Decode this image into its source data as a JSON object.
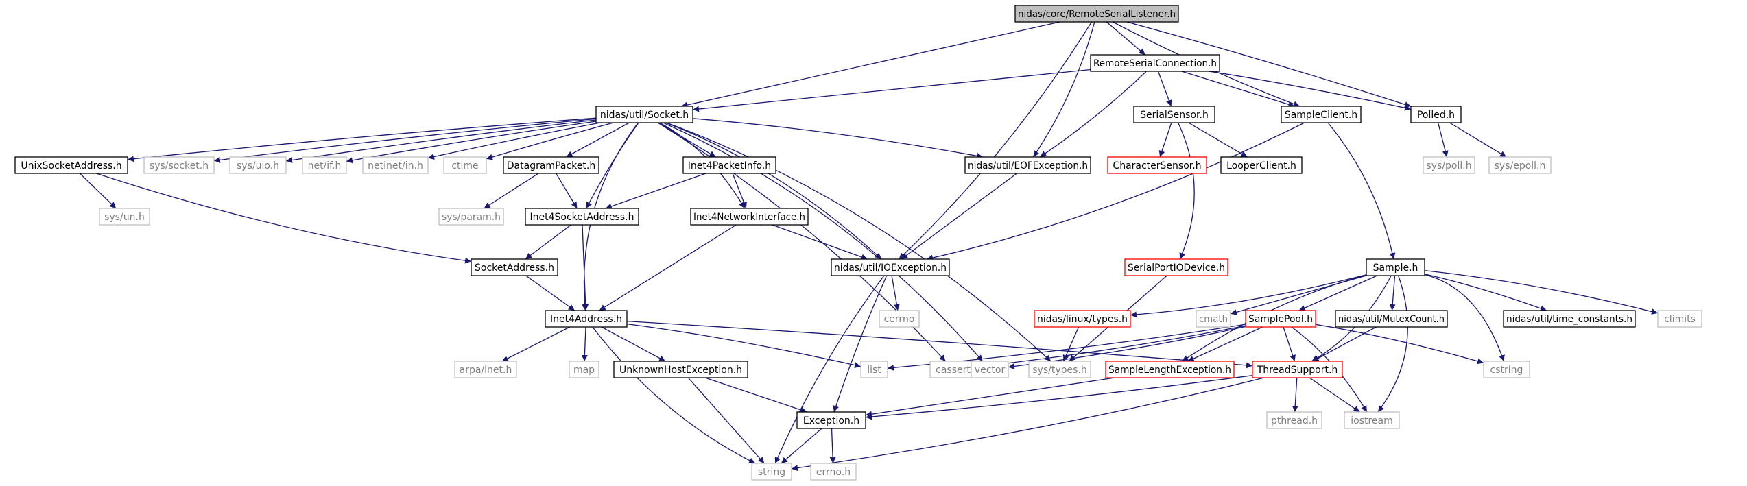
{
  "title": "nidas/core/RemoteSerialListener.h",
  "colors": {
    "edge": "#191970",
    "border_black": "#000000",
    "border_gray": "#bfbfbf",
    "border_red": "#ff0000",
    "root_fill": "#bfbfbf",
    "text_gray": "#808080"
  },
  "nodes": [
    {
      "id": "root",
      "label": "nidas/core/RemoteSerialListener.h",
      "style": "root"
    },
    {
      "id": "rsc",
      "label": "RemoteSerialConnection.h",
      "style": "black"
    },
    {
      "id": "socket",
      "label": "nidas/util/Socket.h",
      "style": "black"
    },
    {
      "id": "serialsensor",
      "label": "SerialSensor.h",
      "style": "black"
    },
    {
      "id": "sampleclient",
      "label": "SampleClient.h",
      "style": "black"
    },
    {
      "id": "polled",
      "label": "Polled.h",
      "style": "black"
    },
    {
      "id": "unixsock",
      "label": "UnixSocketAddress.h",
      "style": "black"
    },
    {
      "id": "syssocket",
      "label": "sys/socket.h",
      "style": "gray"
    },
    {
      "id": "sysuio",
      "label": "sys/uio.h",
      "style": "gray"
    },
    {
      "id": "netif",
      "label": "net/if.h",
      "style": "gray"
    },
    {
      "id": "netinet",
      "label": "netinet/in.h",
      "style": "gray"
    },
    {
      "id": "ctime",
      "label": "ctime",
      "style": "gray"
    },
    {
      "id": "datagram",
      "label": "DatagramPacket.h",
      "style": "black"
    },
    {
      "id": "inet4pkt",
      "label": "Inet4PacketInfo.h",
      "style": "black"
    },
    {
      "id": "eofex",
      "label": "nidas/util/EOFException.h",
      "style": "black"
    },
    {
      "id": "charsensor",
      "label": "CharacterSensor.h",
      "style": "red"
    },
    {
      "id": "looper",
      "label": "LooperClient.h",
      "style": "black"
    },
    {
      "id": "syspoll",
      "label": "sys/poll.h",
      "style": "gray"
    },
    {
      "id": "sysepoll",
      "label": "sys/epoll.h",
      "style": "gray"
    },
    {
      "id": "sysun",
      "label": "sys/un.h",
      "style": "gray"
    },
    {
      "id": "sysparam",
      "label": "sys/param.h",
      "style": "gray"
    },
    {
      "id": "inet4sock",
      "label": "Inet4SocketAddress.h",
      "style": "black"
    },
    {
      "id": "inet4ni",
      "label": "Inet4NetworkInterface.h",
      "style": "black"
    },
    {
      "id": "sockaddr",
      "label": "SocketAddress.h",
      "style": "black"
    },
    {
      "id": "ioex",
      "label": "nidas/util/IOException.h",
      "style": "black"
    },
    {
      "id": "serialport",
      "label": "SerialPortIODevice.h",
      "style": "red"
    },
    {
      "id": "sample",
      "label": "Sample.h",
      "style": "black"
    },
    {
      "id": "inet4addr",
      "label": "Inet4Address.h",
      "style": "black"
    },
    {
      "id": "cerrno",
      "label": "cerrno",
      "style": "gray"
    },
    {
      "id": "linuxtypes",
      "label": "nidas/linux/types.h",
      "style": "red"
    },
    {
      "id": "cmath",
      "label": "cmath",
      "style": "gray"
    },
    {
      "id": "samplepool",
      "label": "SamplePool.h",
      "style": "red"
    },
    {
      "id": "mutexcount",
      "label": "nidas/util/MutexCount.h",
      "style": "black"
    },
    {
      "id": "timeconst",
      "label": "nidas/util/time_constants.h",
      "style": "black"
    },
    {
      "id": "climits",
      "label": "climits",
      "style": "gray"
    },
    {
      "id": "arpainet",
      "label": "arpa/inet.h",
      "style": "gray"
    },
    {
      "id": "map",
      "label": "map",
      "style": "gray"
    },
    {
      "id": "unknownhost",
      "label": "UnknownHostException.h",
      "style": "black"
    },
    {
      "id": "list",
      "label": "list",
      "style": "gray"
    },
    {
      "id": "cassert",
      "label": "cassert",
      "style": "gray"
    },
    {
      "id": "vector",
      "label": "vector",
      "style": "gray"
    },
    {
      "id": "systypes",
      "label": "sys/types.h",
      "style": "gray"
    },
    {
      "id": "samplelen",
      "label": "SampleLengthException.h",
      "style": "red"
    },
    {
      "id": "threadsupport",
      "label": "ThreadSupport.h",
      "style": "red"
    },
    {
      "id": "cstring",
      "label": "cstring",
      "style": "gray"
    },
    {
      "id": "exception",
      "label": "Exception.h",
      "style": "black"
    },
    {
      "id": "pthread",
      "label": "pthread.h",
      "style": "gray"
    },
    {
      "id": "iostream",
      "label": "iostream",
      "style": "gray"
    },
    {
      "id": "string",
      "label": "string",
      "style": "gray"
    },
    {
      "id": "errno",
      "label": "errno.h",
      "style": "gray"
    }
  ],
  "edges": [
    [
      "root",
      "rsc"
    ],
    [
      "root",
      "socket"
    ],
    [
      "root",
      "sampleclient"
    ],
    [
      "root",
      "polled"
    ],
    [
      "root",
      "eofex"
    ],
    [
      "root",
      "ioex"
    ],
    [
      "rsc",
      "socket"
    ],
    [
      "rsc",
      "serialsensor"
    ],
    [
      "rsc",
      "sampleclient"
    ],
    [
      "rsc",
      "polled"
    ],
    [
      "rsc",
      "eofex"
    ],
    [
      "socket",
      "unixsock"
    ],
    [
      "socket",
      "syssocket"
    ],
    [
      "socket",
      "sysuio"
    ],
    [
      "socket",
      "netif"
    ],
    [
      "socket",
      "netinet"
    ],
    [
      "socket",
      "ctime"
    ],
    [
      "socket",
      "datagram"
    ],
    [
      "socket",
      "inet4pkt"
    ],
    [
      "socket",
      "eofex"
    ],
    [
      "socket",
      "inet4sock"
    ],
    [
      "socket",
      "inet4ni"
    ],
    [
      "socket",
      "ioex"
    ],
    [
      "socket",
      "inet4addr"
    ],
    [
      "socket",
      "cassert"
    ],
    [
      "socket",
      "vector"
    ],
    [
      "socket",
      "systypes"
    ],
    [
      "serialsensor",
      "charsensor"
    ],
    [
      "serialsensor",
      "looper"
    ],
    [
      "serialsensor",
      "serialport"
    ],
    [
      "sampleclient",
      "sample"
    ],
    [
      "sampleclient",
      "ioex"
    ],
    [
      "polled",
      "syspoll"
    ],
    [
      "polled",
      "sysepoll"
    ],
    [
      "unixsock",
      "sysun"
    ],
    [
      "unixsock",
      "sockaddr"
    ],
    [
      "datagram",
      "sysparam"
    ],
    [
      "datagram",
      "inet4sock"
    ],
    [
      "inet4pkt",
      "inet4sock"
    ],
    [
      "inet4pkt",
      "inet4ni"
    ],
    [
      "eofex",
      "ioex"
    ],
    [
      "inet4sock",
      "sockaddr"
    ],
    [
      "inet4sock",
      "inet4addr"
    ],
    [
      "inet4ni",
      "ioex"
    ],
    [
      "inet4ni",
      "inet4addr"
    ],
    [
      "sockaddr",
      "inet4addr"
    ],
    [
      "ioex",
      "cerrno"
    ],
    [
      "ioex",
      "exception"
    ],
    [
      "ioex",
      "string"
    ],
    [
      "serialport",
      "systypes"
    ],
    [
      "sample",
      "linuxtypes"
    ],
    [
      "sample",
      "cmath"
    ],
    [
      "sample",
      "samplepool"
    ],
    [
      "sample",
      "mutexcount"
    ],
    [
      "sample",
      "timeconst"
    ],
    [
      "sample",
      "climits"
    ],
    [
      "sample",
      "samplelen"
    ],
    [
      "sample",
      "threadsupport"
    ],
    [
      "sample",
      "cstring"
    ],
    [
      "sample",
      "iostream"
    ],
    [
      "inet4addr",
      "arpainet"
    ],
    [
      "inet4addr",
      "map"
    ],
    [
      "inet4addr",
      "unknownhost"
    ],
    [
      "inet4addr",
      "list"
    ],
    [
      "inet4addr",
      "threadsupport"
    ],
    [
      "inet4addr",
      "string"
    ],
    [
      "linuxtypes",
      "systypes"
    ],
    [
      "samplepool",
      "list"
    ],
    [
      "samplepool",
      "cassert"
    ],
    [
      "samplepool",
      "vector"
    ],
    [
      "samplepool",
      "samplelen"
    ],
    [
      "samplepool",
      "threadsupport"
    ],
    [
      "samplepool",
      "cstring"
    ],
    [
      "samplepool",
      "iostream"
    ],
    [
      "mutexcount",
      "threadsupport"
    ],
    [
      "unknownhost",
      "exception"
    ],
    [
      "unknownhost",
      "string"
    ],
    [
      "samplelen",
      "exception"
    ],
    [
      "threadsupport",
      "exception"
    ],
    [
      "threadsupport",
      "pthread"
    ],
    [
      "threadsupport",
      "iostream"
    ],
    [
      "threadsupport",
      "string"
    ],
    [
      "exception",
      "string"
    ],
    [
      "exception",
      "errno"
    ]
  ]
}
